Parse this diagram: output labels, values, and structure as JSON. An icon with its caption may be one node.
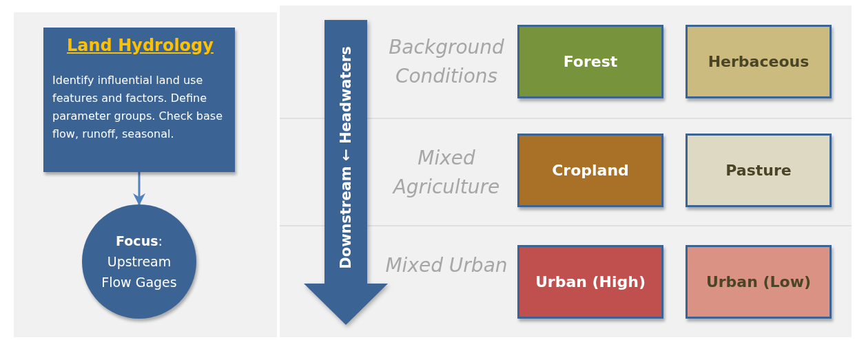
{
  "diagram": {
    "nodes": [
      {
        "text": [
          "Land Hydrology",
          "Identify influential land use features and factors. Define parameter groups. Check base flow, runoff, seasonal."
        ]
      },
      {
        "text": [
          "**Focus**:",
          "Upstream Flow Gages"
        ]
      },
      {
        "text": [
          "Downstream ← Headwaters"
        ]
      },
      {
        "text": [
          "Forest"
        ]
      },
      {
        "text": [
          "Herbaceous"
        ]
      },
      {
        "text": [
          "Cropland"
        ]
      },
      {
        "text": [
          "Pasture"
        ]
      },
      {
        "text": [
          "Urban (High)"
        ]
      },
      {
        "text": [
          "Urban (Low)"
        ]
      }
    ],
    "edges": [
      {
        "from": 0,
        "to": 1,
        "arrow": "to"
      }
    ],
    "labels": [
      "Background Conditions",
      "Mixed Agriculture",
      "Mixed Urban"
    ]
  }
}
